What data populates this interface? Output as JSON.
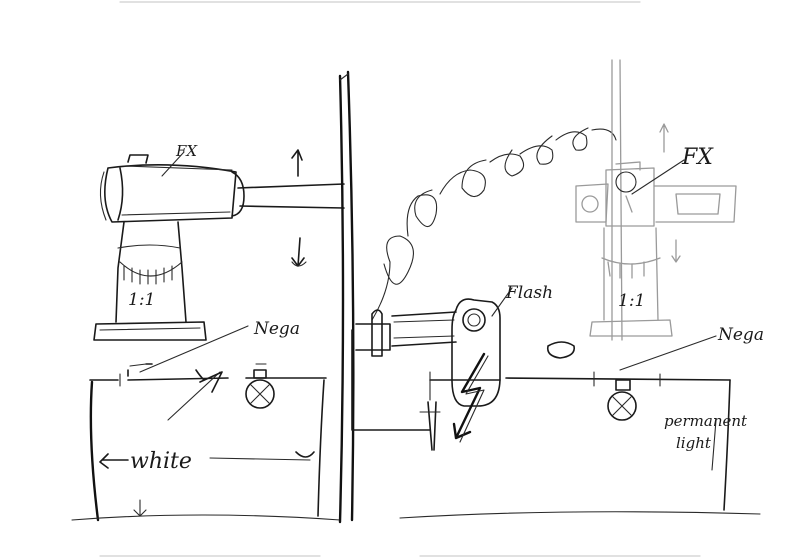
{
  "labels": {
    "fx_left": "FX",
    "ratio_left": "1:1",
    "nega_left": "Nega",
    "white": "white",
    "flash": "Flash",
    "fx_right": "FX",
    "ratio_right": "1:1",
    "nega_right": "Nega",
    "perm_line1": "permanent",
    "perm_line2": "light"
  }
}
